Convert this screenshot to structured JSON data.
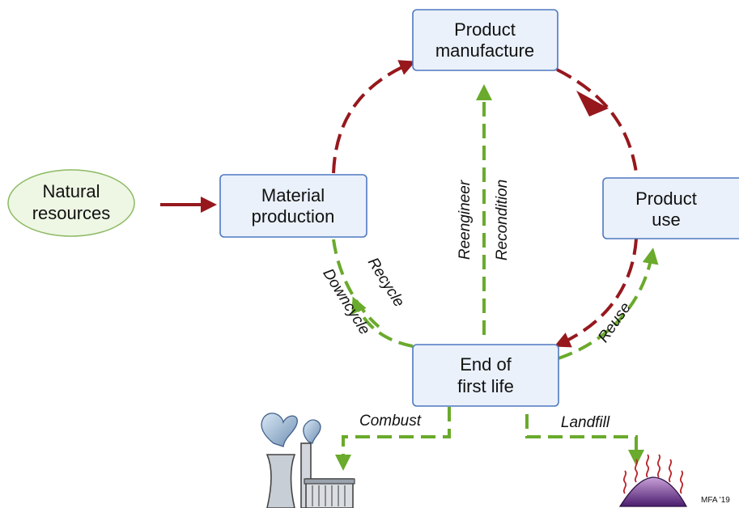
{
  "nodes": {
    "natural_resources": {
      "line1": "Natural",
      "line2": "resources"
    },
    "material_production": {
      "line1": "Material",
      "line2": "production"
    },
    "product_manufacture": {
      "line1": "Product",
      "line2": "manufacture"
    },
    "product_use": {
      "line1": "Product",
      "line2": "use"
    },
    "end_of_first_life": {
      "line1": "End of",
      "line2": "first life"
    }
  },
  "labels": {
    "reengineer": "Reengineer",
    "recondition": "Recondition",
    "recycle": "Recycle",
    "downcycle": "Downcycle",
    "reuse": "Reuse",
    "combust": "Combust",
    "landfill": "Landfill"
  },
  "credit": "MFA '19",
  "colors": {
    "box_fill": "#eaf1fb",
    "box_stroke": "#4f78c0",
    "oval_fill": "#eef6e4",
    "oval_stroke": "#8cba62",
    "forward_arrow": "#96181d",
    "recovery_arrow": "#6aaa2c"
  },
  "icons": {
    "power_plant": "power-plant-icon",
    "landfill": "landfill-heap-icon"
  }
}
